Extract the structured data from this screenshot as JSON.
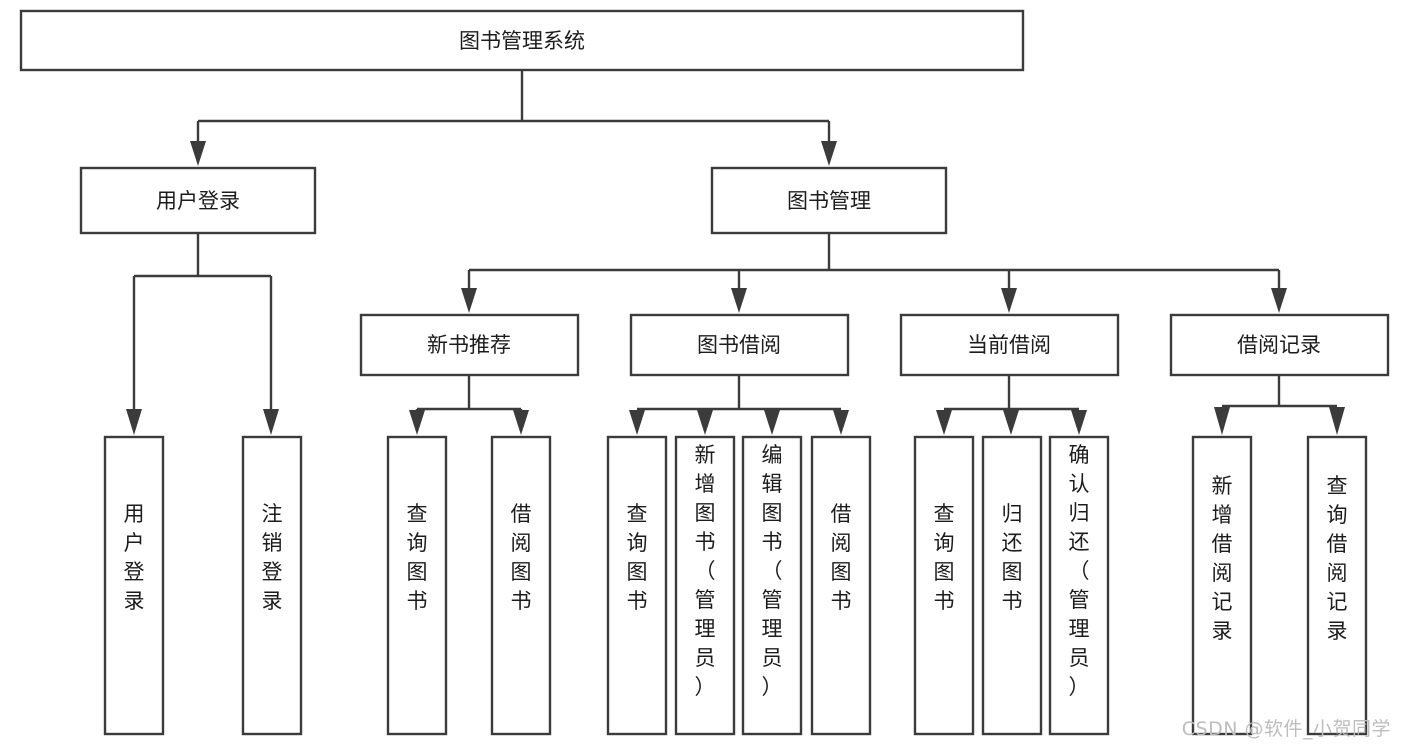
{
  "diagram": {
    "title": "图书管理系统",
    "type": "hierarchy-tree",
    "root": {
      "id": "root",
      "label": "图书管理系统",
      "orientation": "horizontal"
    },
    "level2": [
      {
        "id": "user-login",
        "label": "用户登录",
        "orientation": "horizontal"
      },
      {
        "id": "book-management",
        "label": "图书管理",
        "orientation": "horizontal"
      }
    ],
    "level3": [
      {
        "id": "new-book-recommend",
        "label": "新书推荐",
        "orientation": "horizontal",
        "parent": "book-management"
      },
      {
        "id": "book-borrow",
        "label": "图书借阅",
        "orientation": "horizontal",
        "parent": "book-management"
      },
      {
        "id": "current-borrow",
        "label": "当前借阅",
        "orientation": "horizontal",
        "parent": "book-management"
      },
      {
        "id": "borrow-record",
        "label": "借阅记录",
        "orientation": "horizontal",
        "parent": "book-management"
      }
    ],
    "leaves": [
      {
        "id": "leaf-user-login",
        "label": "用户登录",
        "orientation": "vertical",
        "parent": "user-login"
      },
      {
        "id": "leaf-user-logout",
        "label": "注销登录",
        "orientation": "vertical",
        "parent": "user-login"
      },
      {
        "id": "leaf-query-book-1",
        "label": "查询图书",
        "orientation": "vertical",
        "parent": "new-book-recommend"
      },
      {
        "id": "leaf-borrow-book-1",
        "label": "借阅图书",
        "orientation": "vertical",
        "parent": "new-book-recommend"
      },
      {
        "id": "leaf-query-book-2",
        "label": "查询图书",
        "orientation": "vertical",
        "parent": "book-borrow"
      },
      {
        "id": "leaf-add-book",
        "label": "新增图书（管理员）",
        "orientation": "vertical",
        "parent": "book-borrow"
      },
      {
        "id": "leaf-edit-book",
        "label": "编辑图书（管理员）",
        "orientation": "vertical",
        "parent": "book-borrow"
      },
      {
        "id": "leaf-borrow-book-2",
        "label": "借阅图书",
        "orientation": "vertical",
        "parent": "book-borrow"
      },
      {
        "id": "leaf-query-book-3",
        "label": "查询图书",
        "orientation": "vertical",
        "parent": "current-borrow"
      },
      {
        "id": "leaf-return-book",
        "label": "归还图书",
        "orientation": "vertical",
        "parent": "current-borrow"
      },
      {
        "id": "leaf-confirm-return",
        "label": "确认归还（管理员）",
        "orientation": "vertical",
        "parent": "current-borrow"
      },
      {
        "id": "leaf-add-record",
        "label": "新增借阅记录",
        "orientation": "vertical",
        "parent": "borrow-record"
      },
      {
        "id": "leaf-query-record",
        "label": "查询借阅记录",
        "orientation": "vertical",
        "parent": "borrow-record"
      }
    ]
  },
  "watermark": {
    "text": "CSDN @软件_小贺同学"
  },
  "colors": {
    "stroke": "#3b3b3b",
    "box_fill": "#ffffff",
    "text": "#1c1c1c",
    "background": "#ffffff",
    "watermark": "#bdbdbd"
  }
}
